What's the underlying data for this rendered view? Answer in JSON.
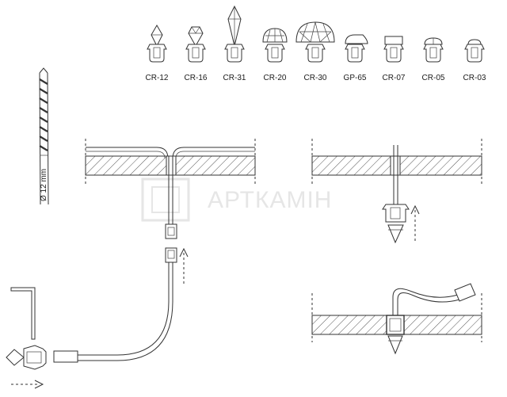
{
  "products": [
    {
      "id": "cr12",
      "label": "CR-12",
      "icon": "crystal-small-icon"
    },
    {
      "id": "cr16",
      "label": "CR-16",
      "icon": "crystal-faceted-icon"
    },
    {
      "id": "cr31",
      "label": "CR-31",
      "icon": "crystal-tall-icon"
    },
    {
      "id": "cr20",
      "label": "CR-20",
      "icon": "dome-small-icon"
    },
    {
      "id": "cr30",
      "label": "CR-30",
      "icon": "dome-large-icon"
    },
    {
      "id": "gp65",
      "label": "GP-65",
      "icon": "cap-icon"
    },
    {
      "id": "cr07",
      "label": "CR-07",
      "icon": "flat-cap-icon"
    },
    {
      "id": "cr05",
      "label": "CR-05",
      "icon": "small-dome-icon"
    },
    {
      "id": "cr03",
      "label": "CR-03",
      "icon": "button-icon"
    }
  ],
  "drill_label": "Ø 12 mm",
  "watermark": "АРТКАМІН"
}
